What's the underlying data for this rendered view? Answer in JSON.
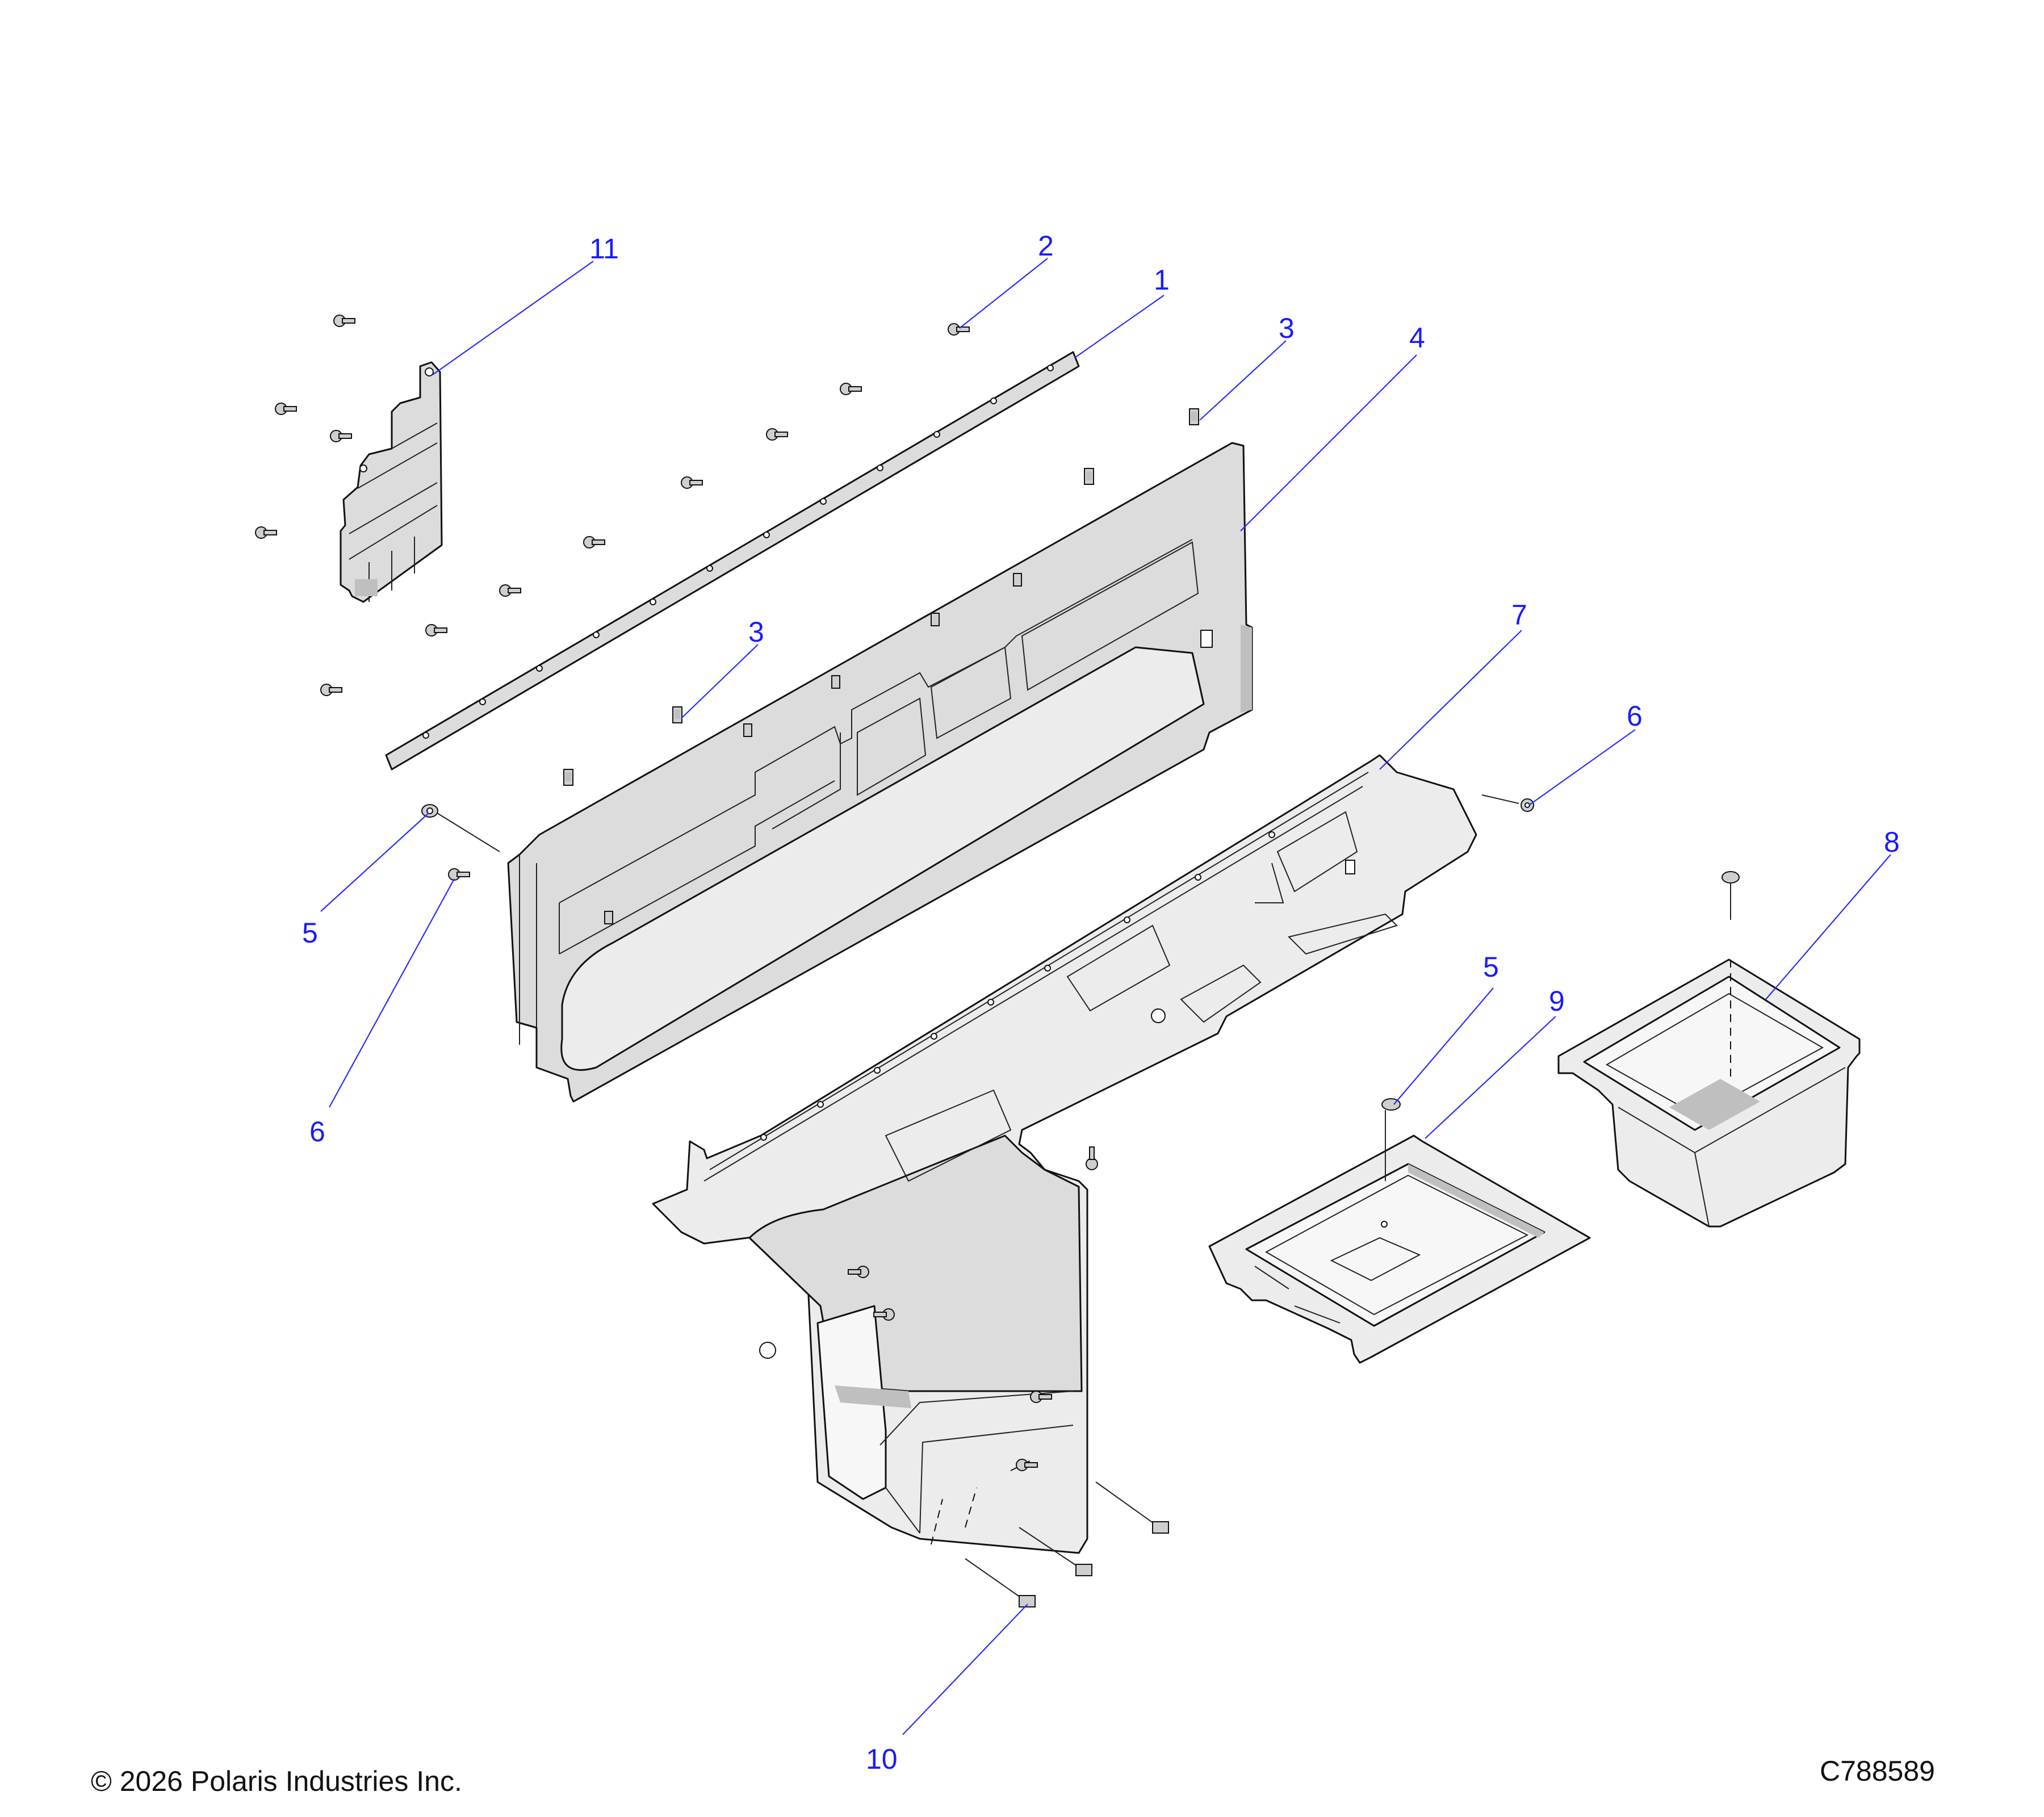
{
  "callouts": {
    "c1": "1",
    "c2": "2",
    "c3a": "3",
    "c3b": "3",
    "c4": "4",
    "c5a": "5",
    "c5b": "5",
    "c6a": "6",
    "c6b": "6",
    "c7": "7",
    "c8": "8",
    "c9": "9",
    "c10": "10",
    "c11": "11"
  },
  "footer": {
    "copyright": "© 2026 Polaris Industries Inc.",
    "drawing_id": "C788589"
  },
  "colors": {
    "callout_text": "#1a1aff",
    "leader_line": "#2b2bff",
    "part_fill": "#dcdcdc",
    "outline": "#111111"
  }
}
